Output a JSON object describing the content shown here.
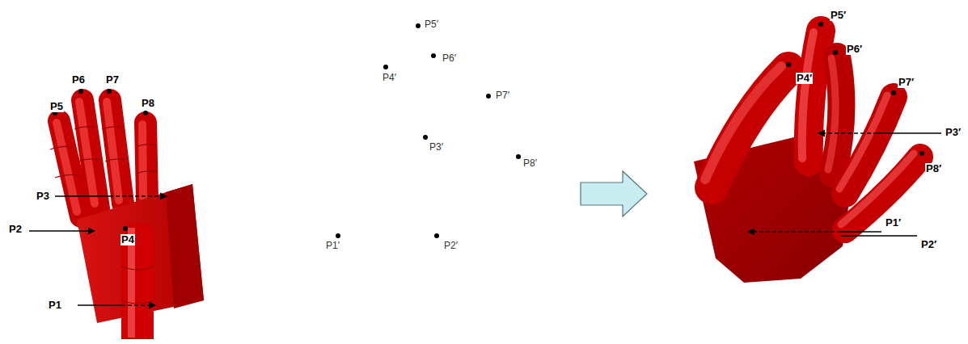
{
  "diagram": {
    "labels": [
      "P5",
      "P6",
      "P7",
      "P8",
      "P3",
      "P2",
      "P4",
      "P1",
      "P5′",
      "P4′",
      "P6′",
      "P7′",
      "P3′",
      "P8′",
      "P1′",
      "P2′",
      "P5′",
      "P6′",
      "P4′",
      "P7′",
      "P3′",
      "P8′",
      "P1′",
      "P2′"
    ]
  }
}
